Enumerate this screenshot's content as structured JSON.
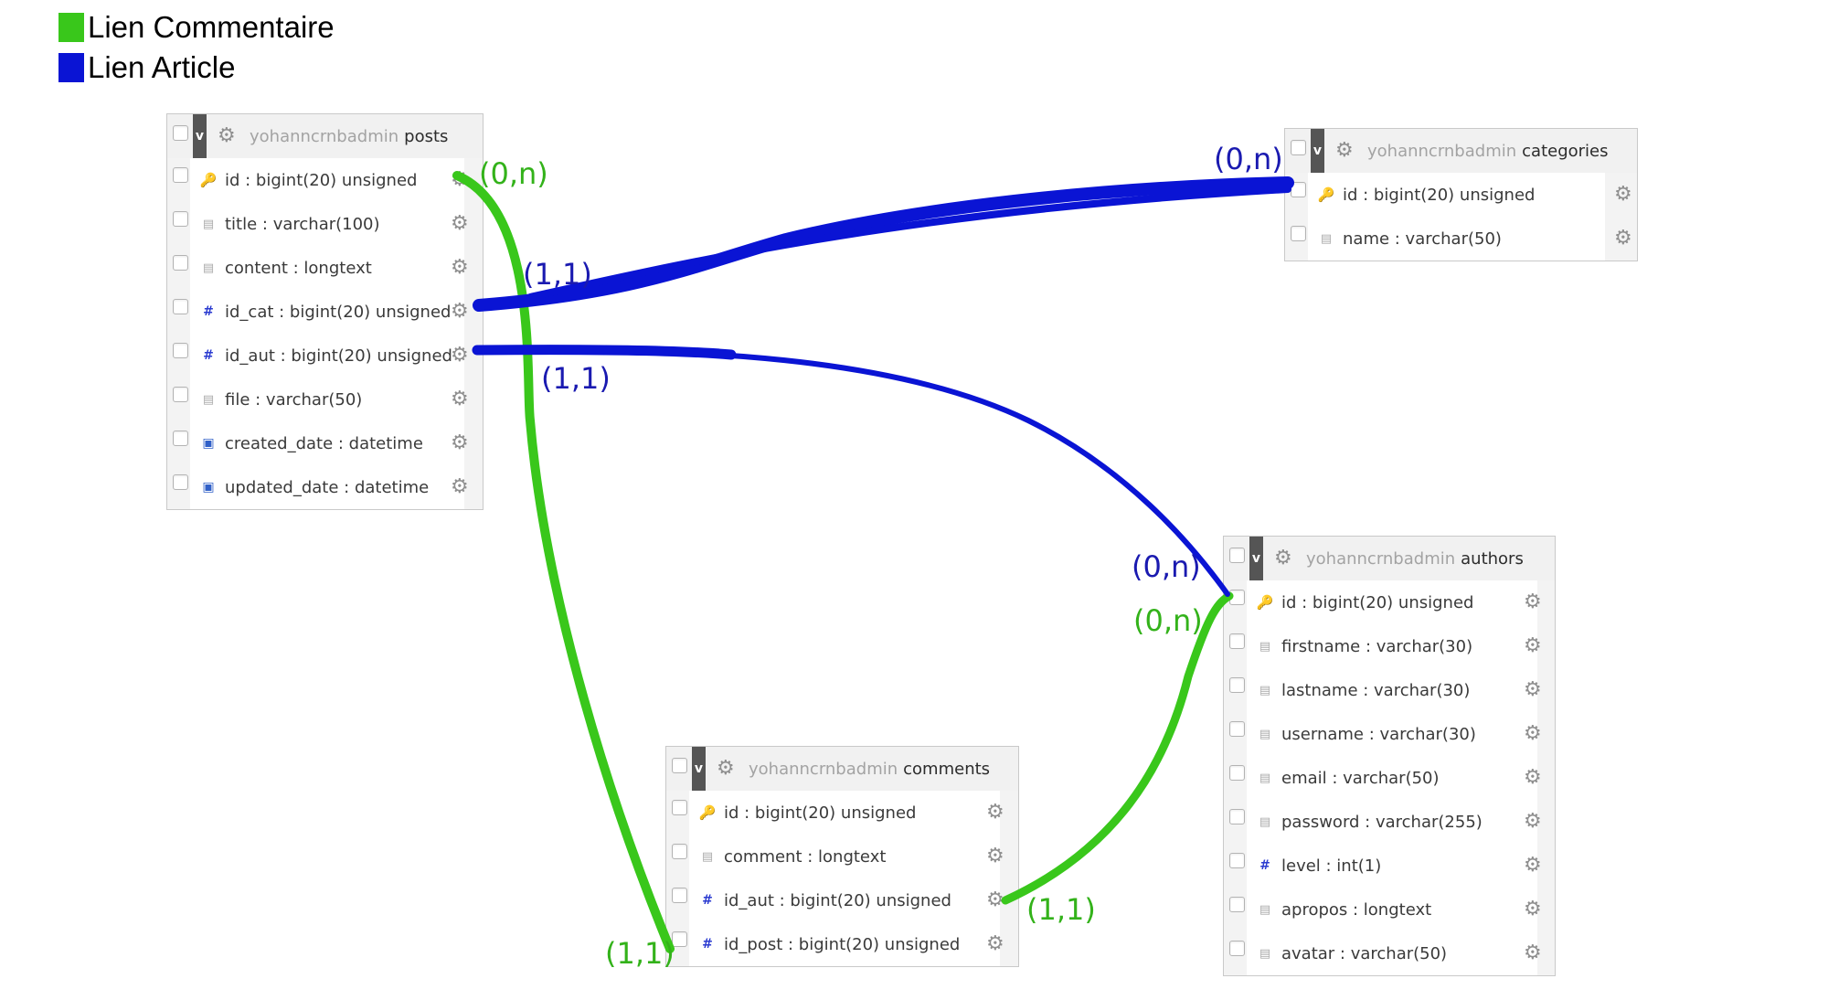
{
  "legend": [
    {
      "label": "Lien Commentaire",
      "color": "#39c71b"
    },
    {
      "label": "Lien Article",
      "color": "#0a14d4"
    }
  ],
  "colors": {
    "green": "#39c71b",
    "blue": "#0a14d4",
    "green_label": "#33b21a",
    "blue_label": "#1a1ab0"
  },
  "tables": {
    "posts": {
      "db": "yohanncrnbadmin",
      "name": "posts",
      "columns": [
        {
          "label": "id : bigint(20) unsigned",
          "icon": "key-icon"
        },
        {
          "label": "title : varchar(100)",
          "icon": "text-icon"
        },
        {
          "label": "content : longtext",
          "icon": "text-icon"
        },
        {
          "label": "id_cat : bigint(20) unsigned",
          "icon": "hash-icon"
        },
        {
          "label": "id_aut : bigint(20) unsigned",
          "icon": "hash-icon"
        },
        {
          "label": "file : varchar(50)",
          "icon": "text-icon"
        },
        {
          "label": "created_date : datetime",
          "icon": "calendar-icon"
        },
        {
          "label": "updated_date : datetime",
          "icon": "calendar-icon"
        }
      ]
    },
    "categories": {
      "db": "yohanncrnbadmin",
      "name": "categories",
      "columns": [
        {
          "label": "id : bigint(20) unsigned",
          "icon": "key-icon"
        },
        {
          "label": "name : varchar(50)",
          "icon": "text-icon"
        }
      ]
    },
    "authors": {
      "db": "yohanncrnbadmin",
      "name": "authors",
      "columns": [
        {
          "label": "id : bigint(20) unsigned",
          "icon": "key-icon"
        },
        {
          "label": "firstname : varchar(30)",
          "icon": "text-icon"
        },
        {
          "label": "lastname : varchar(30)",
          "icon": "text-icon"
        },
        {
          "label": "username : varchar(30)",
          "icon": "text-icon"
        },
        {
          "label": "email : varchar(50)",
          "icon": "text-icon"
        },
        {
          "label": "password : varchar(255)",
          "icon": "text-icon"
        },
        {
          "label": "level : int(1)",
          "icon": "hash-icon"
        },
        {
          "label": "apropos : longtext",
          "icon": "text-icon"
        },
        {
          "label": "avatar : varchar(50)",
          "icon": "text-icon"
        }
      ]
    },
    "comments": {
      "db": "yohanncrnbadmin",
      "name": "comments",
      "columns": [
        {
          "label": "id : bigint(20) unsigned",
          "icon": "key-icon"
        },
        {
          "label": "comment : longtext",
          "icon": "text-icon"
        },
        {
          "label": "id_aut : bigint(20) unsigned",
          "icon": "hash-icon"
        },
        {
          "label": "id_post : bigint(20) unsigned",
          "icon": "hash-icon"
        }
      ]
    }
  },
  "cardinalities": {
    "posts_id": "(0,n)",
    "posts_idcat": "(1,1)",
    "posts_idaut": "(1,1)",
    "categories_id": "(0,n)",
    "authors_id_blue": "(0,n)",
    "authors_id_green": "(0,n)",
    "comments_idaut": "(1,1)",
    "comments_idpost": "(1,1)"
  }
}
